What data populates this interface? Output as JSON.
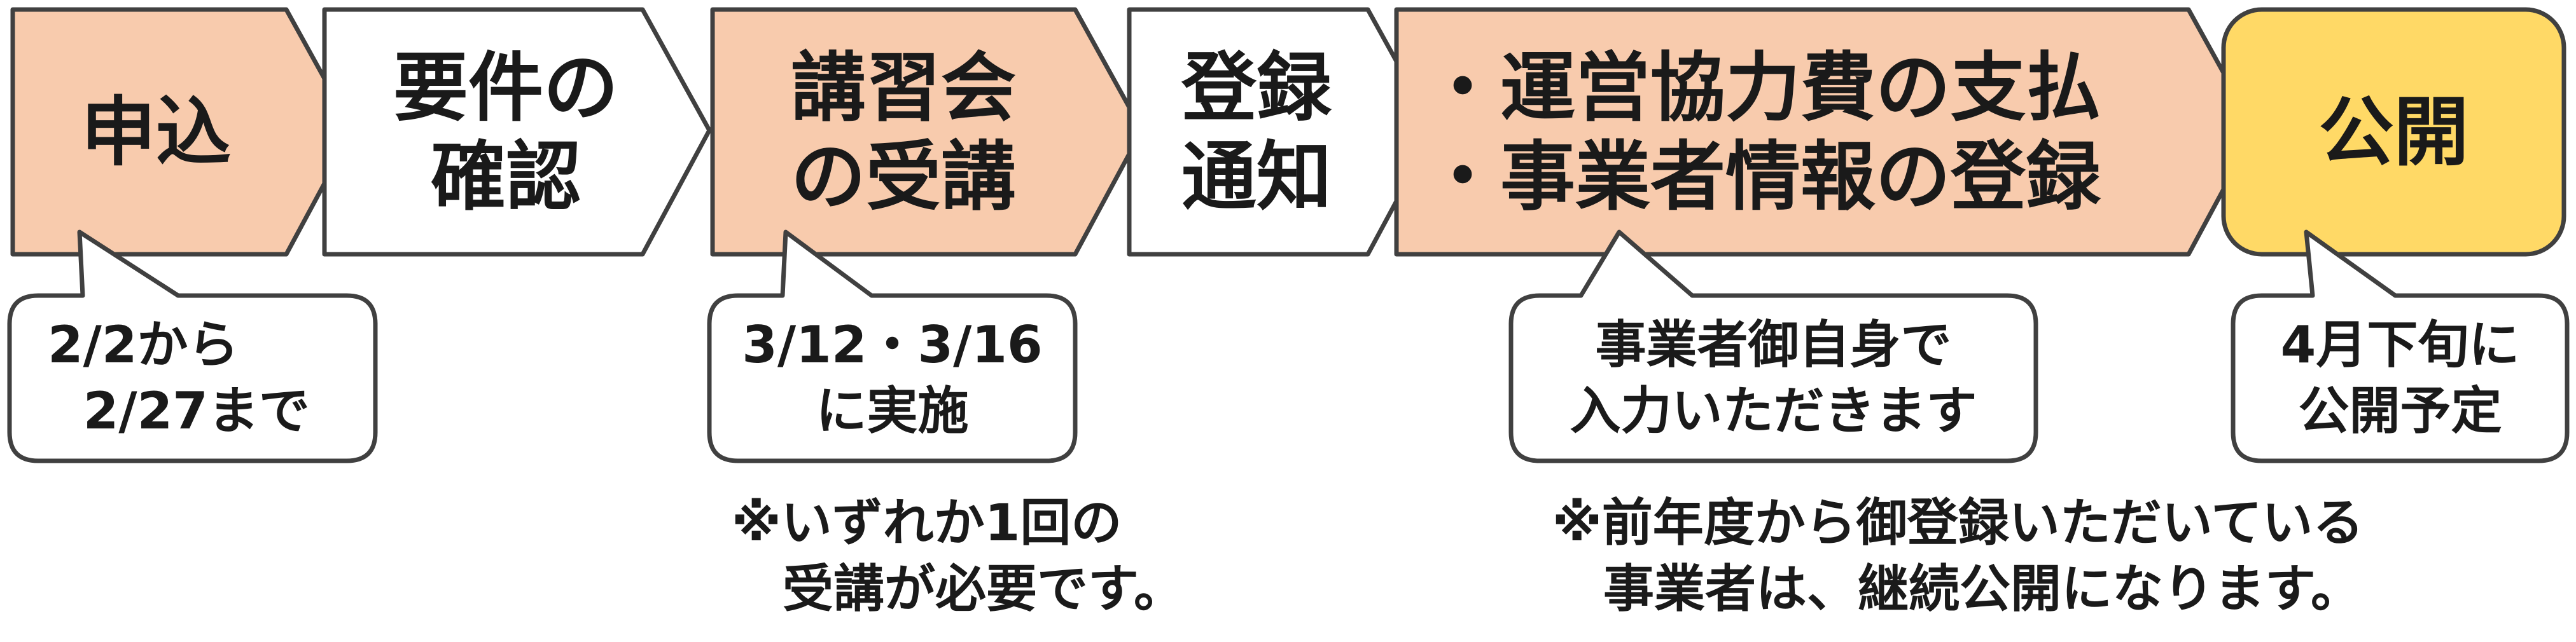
{
  "colors": {
    "peach": "#f8cbad",
    "white": "#ffffff",
    "yellow": "#ffd966",
    "outline": "#404040",
    "text": "#1a1a1a"
  },
  "steps": [
    {
      "lines": [
        "申込"
      ],
      "fill": "peach"
    },
    {
      "lines": [
        "要件の",
        "確認"
      ],
      "fill": "white"
    },
    {
      "lines": [
        "講習会",
        "の受講"
      ],
      "fill": "peach"
    },
    {
      "lines": [
        "登録",
        "通知"
      ],
      "fill": "white"
    },
    {
      "lines": [
        "・運営協力費の支払",
        "・事業者情報の登録"
      ],
      "fill": "peach"
    },
    {
      "lines": [
        "公開"
      ],
      "fill": "yellow"
    }
  ],
  "callouts": [
    {
      "lines": [
        "2/2から",
        "  2/27まで"
      ]
    },
    {
      "lines": [
        "3/12・3/16",
        "に実施"
      ]
    },
    {
      "lines": [
        "事業者御自身で",
        "入力いただきます"
      ]
    },
    {
      "lines": [
        "4月下旬に",
        "公開予定"
      ]
    }
  ],
  "notes": [
    {
      "lines": [
        "※いずれか1回の",
        "　受講が必要です。"
      ]
    },
    {
      "lines": [
        "※前年度から御登録いただいている",
        "　事業者は、継続公開になります。"
      ]
    }
  ]
}
